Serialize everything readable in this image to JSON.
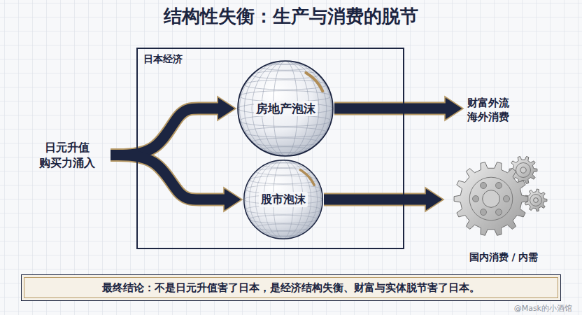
{
  "diagram": {
    "title": "结构性失衡：生产与消费的脱节",
    "nodes": [
      {
        "text": [
          "日元升值 购买力涌入"
        ]
      },
      {
        "text": [
          "日本经济"
        ]
      },
      {
        "text": [
          "房地产泡沫"
        ],
        "in": 1
      },
      {
        "text": [
          "股市泡沫"
        ],
        "in": 1
      },
      {
        "text": [
          "财富外流 海外消费"
        ]
      },
      {
        "text": [
          "国内消费 / 内需"
        ]
      },
      {
        "text": [
          "最终结论：不是日元升值害了日本，是经济结构失衡、财富与实体脱节害了日本。"
        ]
      }
    ],
    "edges": [
      {
        "from": 0,
        "to": 2,
        "arrow": "to"
      },
      {
        "from": 0,
        "to": 3,
        "arrow": "to"
      },
      {
        "from": 2,
        "to": 4,
        "arrow": "to"
      },
      {
        "from": 3,
        "to": 5,
        "arrow": "to"
      }
    ],
    "labels": [
      "@Mask的小酒馆"
    ]
  }
}
